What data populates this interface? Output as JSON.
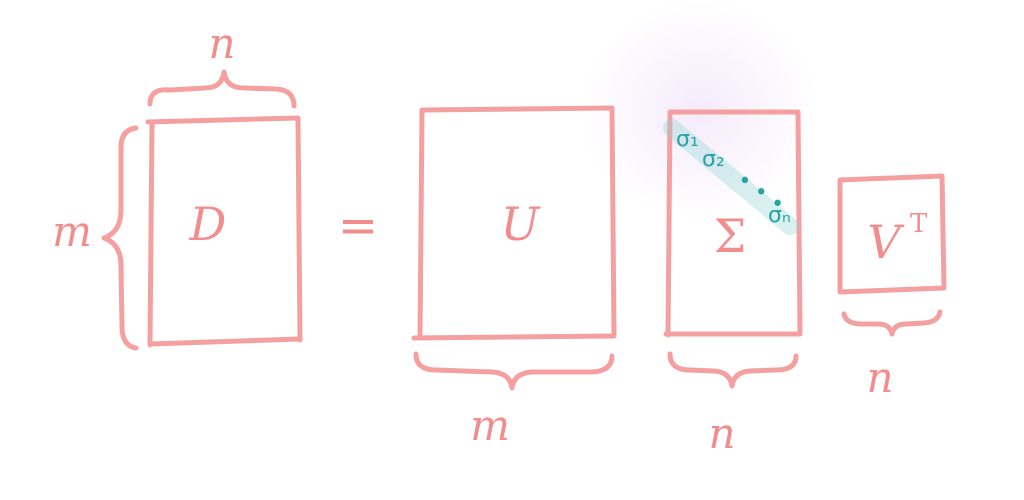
{
  "matrices": {
    "d": {
      "label": "D"
    },
    "u": {
      "label": "U"
    },
    "sigma": {
      "label": "Σ"
    },
    "vt": {
      "label": "V",
      "superscript": "T"
    }
  },
  "operators": {
    "equals": "="
  },
  "dimensions": {
    "d_width": "n",
    "d_height": "m",
    "u_width": "m",
    "sigma_width": "n",
    "vt_width": "n"
  },
  "diagonal": {
    "sigma1": "σ₁",
    "sigma2": "σ₂",
    "dots": "• • •",
    "sigman": "σₙ"
  },
  "colors": {
    "stroke": "#f4a0a0",
    "text": "#f28d8d",
    "diagonal": "#2aa3a3",
    "highlight": "#8fd3d3",
    "glow": "#f4e9fb"
  }
}
